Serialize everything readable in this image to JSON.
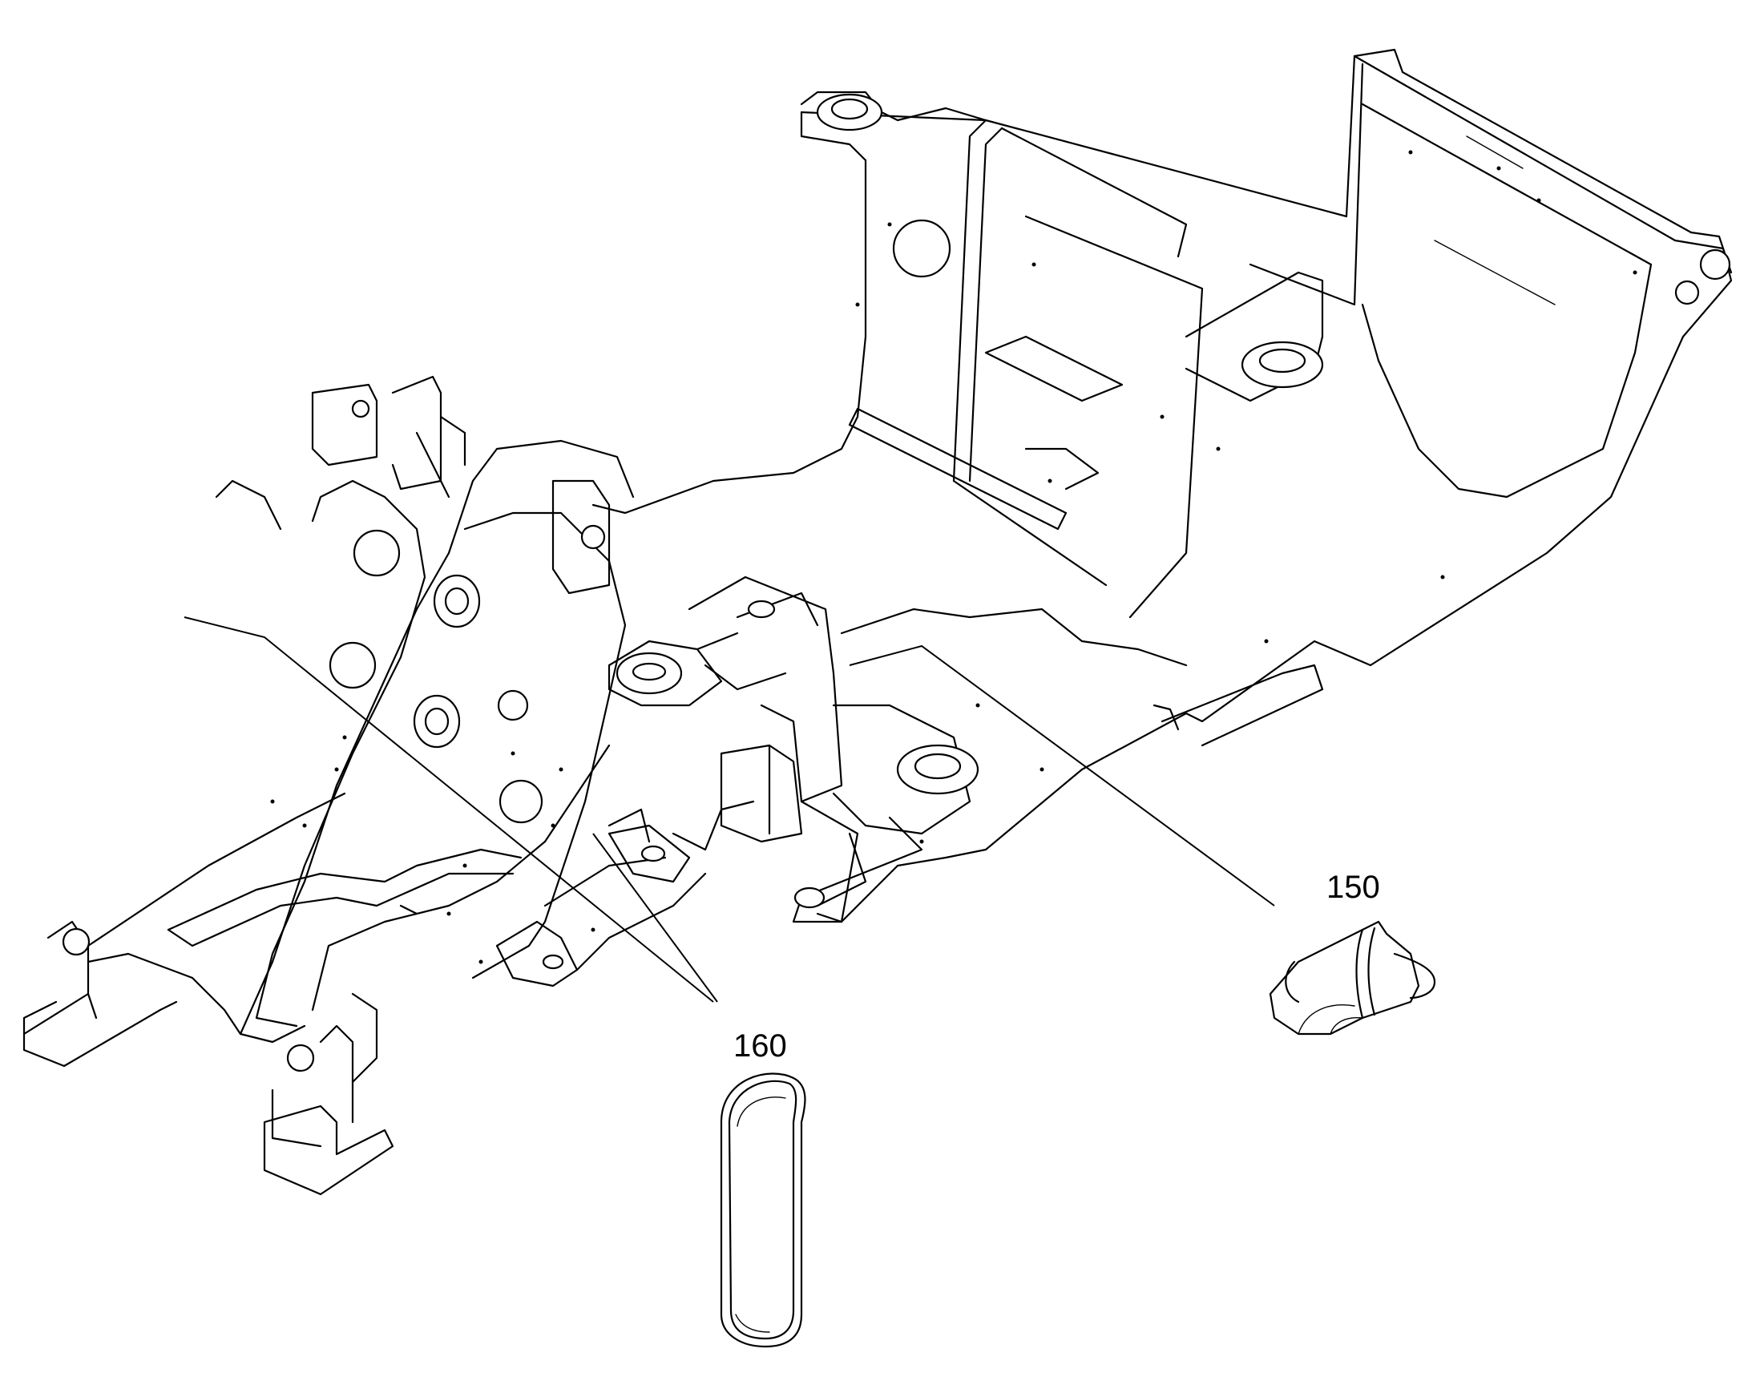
{
  "callouts": [
    {
      "id": "150",
      "label": "150"
    },
    {
      "id": "160",
      "label": "160"
    }
  ]
}
